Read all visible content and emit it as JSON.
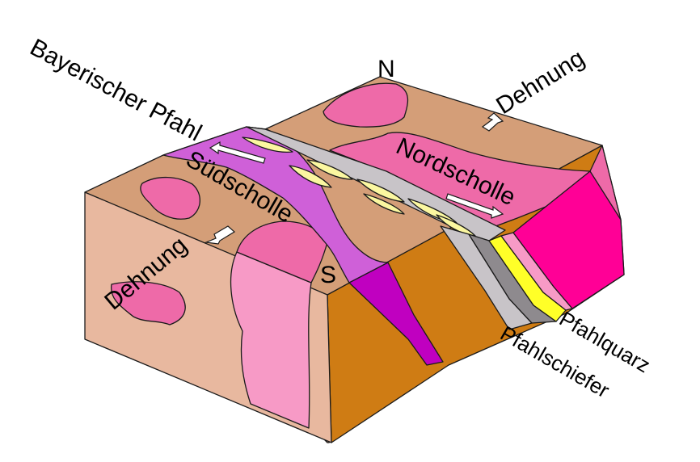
{
  "labels": {
    "bayerischer_pfahl": "Bayerischer Pfahl",
    "north": "N",
    "south": "S",
    "dehnung_north": "Dehnung",
    "dehnung_south": "Dehnung",
    "nordscholle": "Nordscholle",
    "suedscholle": "Südscholle",
    "pfahlquarz": "Pfahlquarz",
    "pfahlschiefer": "Pfahlschiefer"
  },
  "colors": {
    "top_surface": "#d49e78",
    "front_face": "#e8b89f",
    "right_face": "#cf7c14",
    "granite_pink": "#ee6aa8",
    "light_pink": "#f79ac6",
    "magenta": "#ff0096",
    "violet": "#cf60d8",
    "deep_violet": "#c000c0",
    "pfahl_grey": "#c8c4c8",
    "pfahl_dark": "#8e8a8e",
    "pfahlquarz_yellow": "#ffff28",
    "pale_yellow": "#fbf7a0"
  }
}
